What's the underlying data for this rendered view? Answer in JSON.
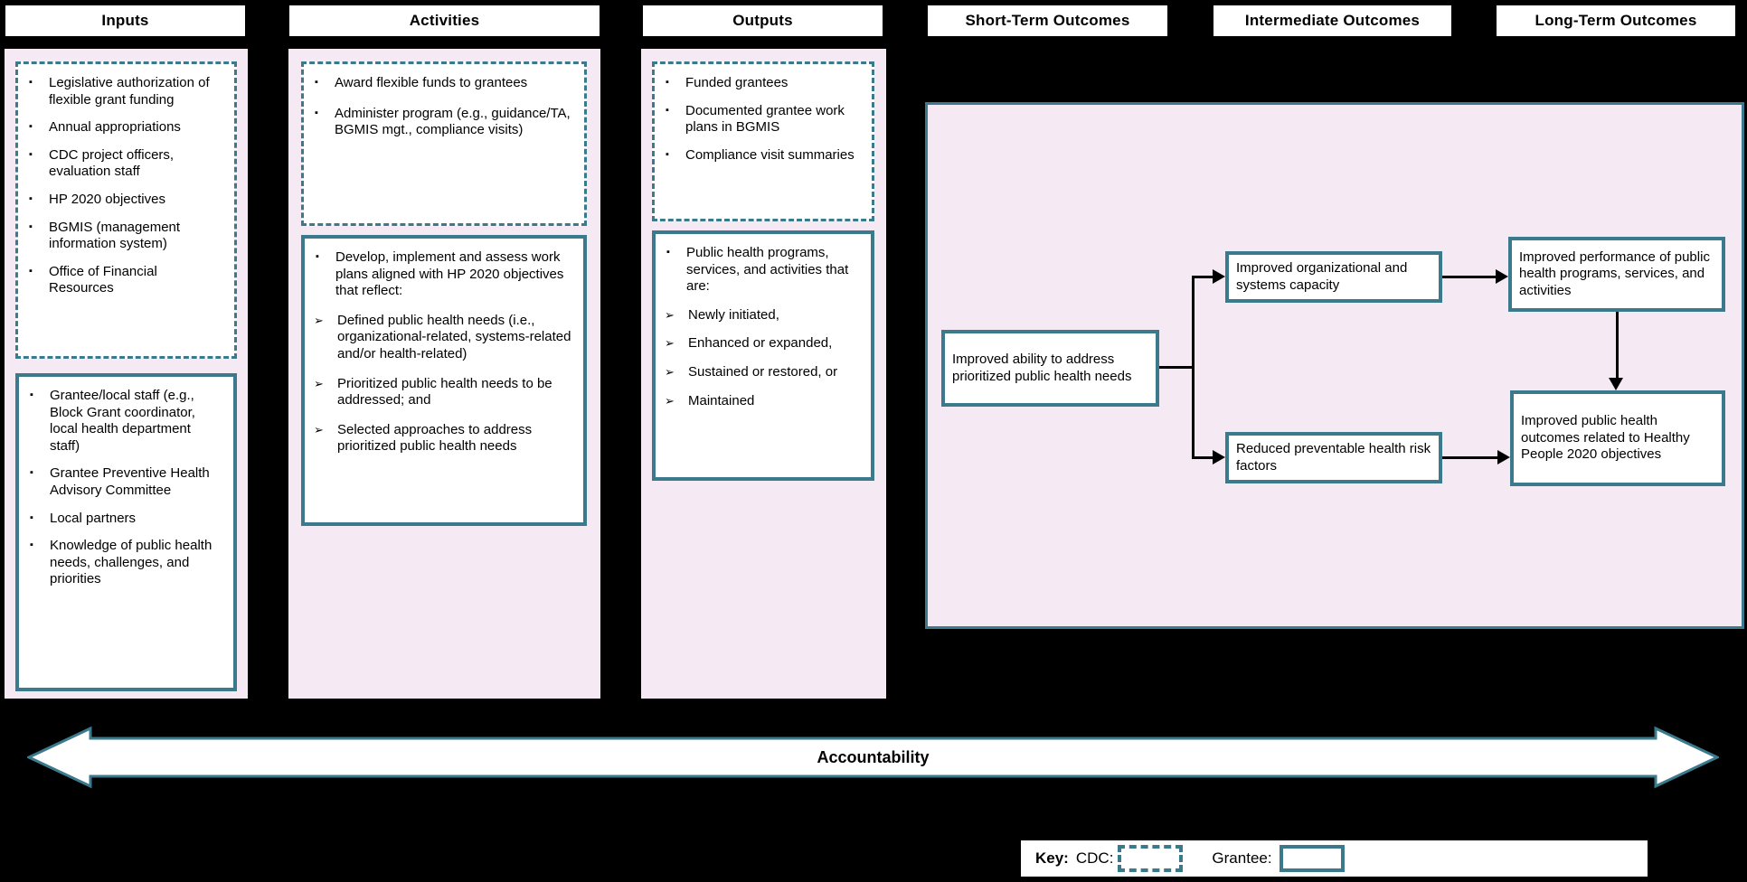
{
  "colors": {
    "background": "#000000",
    "panel_fill": "#f5eaf4",
    "accent_teal": "#3a7a8c",
    "box_fill": "#ffffff",
    "text": "#000000"
  },
  "glyphs": {
    "bullet": "▪",
    "chevron": "➢"
  },
  "headers": {
    "inputs": "Inputs",
    "activities": "Activities",
    "outputs": "Outputs",
    "short_term": "Short-Term Outcomes",
    "intermediate": "Intermediate Outcomes",
    "long_term": "Long-Term Outcomes"
  },
  "inputs": {
    "cdc_items": [
      "Legislative authorization of flexible grant funding",
      "Annual appropriations",
      "CDC project officers, evaluation staff",
      "HP 2020 objectives",
      "BGMIS (management information system)",
      "Office of Financial Resources"
    ],
    "grantee_items": [
      "Grantee/local staff (e.g., Block Grant coordinator, local health department staff)",
      "Grantee Preventive Health Advisory Committee",
      "Local partners",
      "Knowledge of public health needs, challenges, and priorities"
    ]
  },
  "activities": {
    "cdc_items": [
      "Award flexible funds to grantees",
      "Administer program (e.g., guidance/TA, BGMIS mgt., compliance visits)"
    ],
    "grantee_lead": "Develop, implement and assess work plans aligned with HP 2020 objectives that reflect:",
    "grantee_subitems": [
      "Defined public health needs (i.e., organizational-related, systems-related and/or health-related)",
      "Prioritized public health needs to be addressed; and",
      "Selected approaches to address prioritized public health needs"
    ]
  },
  "outputs": {
    "cdc_items": [
      "Funded grantees",
      "Documented grantee work plans in BGMIS",
      "Compliance visit summaries"
    ],
    "grantee_lead": "Public health programs, services, and activities that are:",
    "grantee_subitems": [
      "Newly initiated,",
      "Enhanced or expanded,",
      "Sustained or restored, or",
      "Maintained"
    ]
  },
  "outcomes": {
    "short_term": "Improved ability to address prioritized public health needs",
    "intermediate_1": "Improved organizational and systems capacity",
    "intermediate_2": "Reduced preventable health risk factors",
    "long_term_1": "Improved performance of public health programs, services, and activities",
    "long_term_2": "Improved public health outcomes related to Healthy People 2020 objectives"
  },
  "accountability_label": "Accountability",
  "key": {
    "label": "Key:",
    "cdc_label": "CDC:",
    "grantee_label": "Grantee:"
  }
}
